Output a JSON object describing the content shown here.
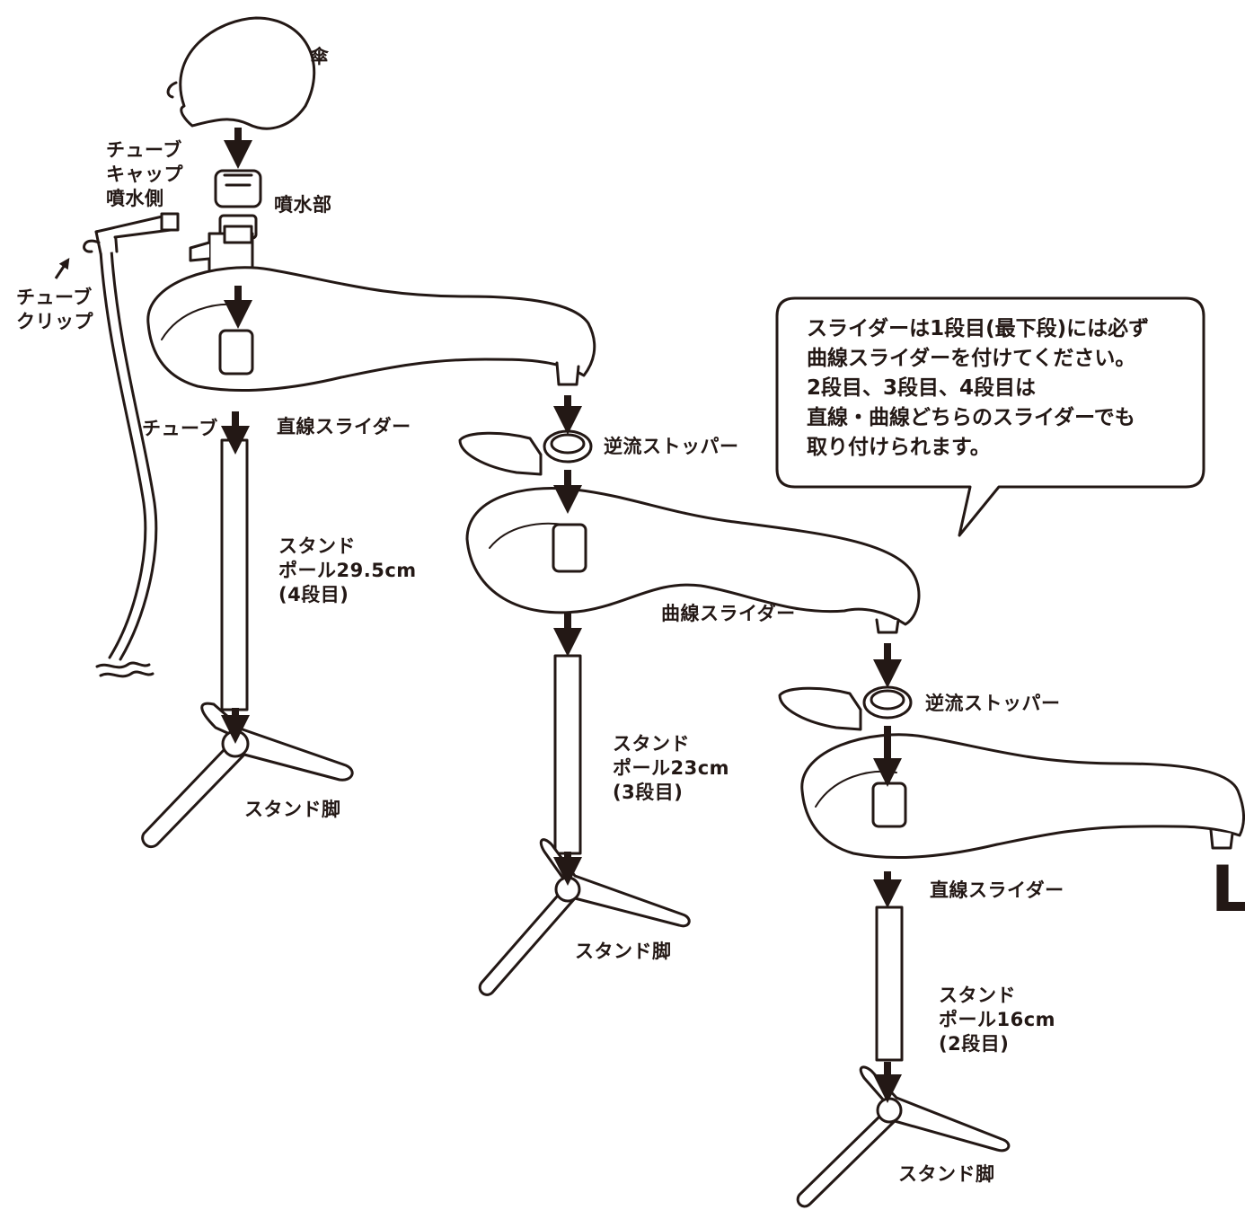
{
  "labels": {
    "umbrella": "傘",
    "tube_cap": "チューブ\nキャップ\n噴水側",
    "fountain": "噴水部",
    "tube_clip": "チューブ\nクリップ",
    "tube": "チューブ",
    "straight_slider_top": "直線スライダー",
    "backflow_stopper_1": "逆流ストッパー",
    "backflow_stopper_2": "逆流ストッパー",
    "curved_slider": "曲線スライダー",
    "straight_slider_bottom": "直線スライダー",
    "pole_29": "スタンド\nポール29.5cm\n(4段目)",
    "pole_23": "スタンド\nポール23cm\n(3段目)",
    "pole_16": "スタンド\nポール16cm\n(2段目)",
    "stand_leg_1": "スタンド脚",
    "stand_leg_2": "スタンド脚",
    "stand_leg_3": "スタンド脚",
    "corner_letter": "L"
  },
  "callout": {
    "lines": [
      "スライダーは1段目(最下段)には必ず",
      "曲線スライダーを付けてください。",
      "2段目、3段目、4段目は",
      "直線・曲線どちらのスライダーでも",
      "取り付けられます。"
    ]
  },
  "colors": {
    "line": "#231815",
    "fill": "#ffffff"
  }
}
